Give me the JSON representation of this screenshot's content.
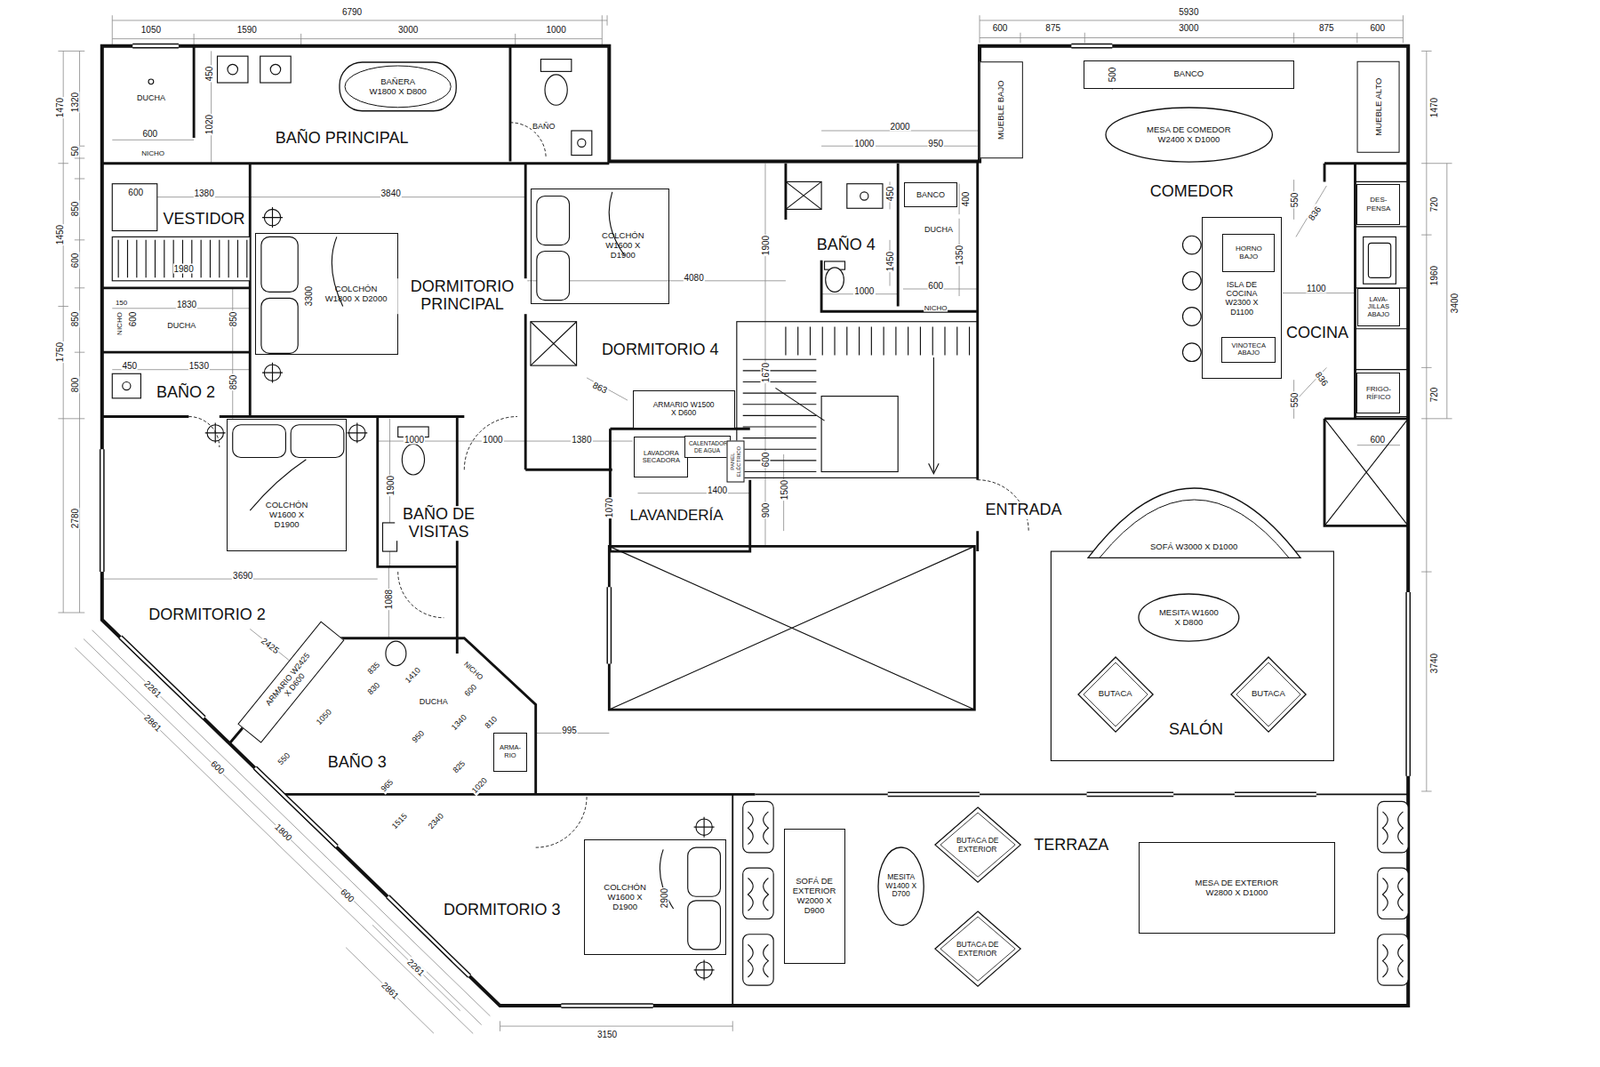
{
  "diagram": {
    "nodes": [
      {
        "text": [
          "BAÑERA W1800 X D800"
        ]
      },
      {
        "text": [
          "BANCO"
        ]
      },
      {
        "text": [
          "MUEBLE BAJO"
        ]
      },
      {
        "text": [
          "MUEBLE ALTO"
        ]
      },
      {
        "text": [
          "MESA DE COMEDOR W2400 X D1000"
        ]
      },
      {
        "text": [
          "BANCO"
        ]
      },
      {
        "text": [
          "DES- PENSA"
        ]
      },
      {
        "text": [
          "COLCHÓN W1800 X D2000"
        ]
      },
      {
        "text": [
          "COLCHÓN W1600 X D1900"
        ]
      },
      {
        "text": [
          "ISLA DE COCINA W2300 X D1100"
        ]
      },
      {
        "text": [
          "HORNO BAJO"
        ],
        "in": 9
      },
      {
        "text": [
          "VINOTECA ABAJO"
        ],
        "in": 9
      },
      {
        "text": [
          "LAVA- JILLAS ABAJO"
        ]
      },
      {
        "text": [
          "FRIGO- RÍFICO"
        ]
      },
      {
        "text": [
          "COLCHÓN W1600 X D1900"
        ]
      },
      {
        "text": [
          "ARMARIO W1500 X D600"
        ]
      },
      {
        "text": [
          "LAVADORA SECADORA"
        ]
      },
      {
        "text": [
          "CALENTADOR DE AGUA"
        ]
      },
      {
        "text": [
          "PANEL ELÉCTRICO"
        ]
      },
      {
        "text": [
          "SOFÁ W3000 X D1000"
        ]
      },
      {
        "text": [
          "MESITA W1600 X D800"
        ]
      },
      {
        "text": [
          "BUTACA"
        ]
      },
      {
        "text": [
          "BUTACA"
        ]
      },
      {
        "text": [
          "ARMARIO W2425 X D600"
        ]
      },
      {
        "text": [
          "ARMA- RIO"
        ]
      },
      {
        "text": [
          "COLCHÓN W1600 X D1900"
        ]
      },
      {
        "text": [
          "SOFÁ DE EXTERIOR W2000 X D900"
        ]
      },
      {
        "text": [
          "MESITA W1400 X D700"
        ]
      },
      {
        "text": [
          "BUTACA DE EXTERIOR"
        ]
      },
      {
        "text": [
          "BUTACA DE EXTERIOR"
        ]
      },
      {
        "text": [
          "MESA DE EXTERIOR W2800 X D1000"
        ]
      }
    ],
    "labels": [
      "BAÑO PRINCIPAL",
      "VESTIDOR",
      "DORMITORIO PRINCIPAL",
      "COMEDOR",
      "BAÑO 4",
      "DORMITORIO 4",
      "COCINA",
      "BAÑO 2",
      "BAÑO DE VISITAS",
      "LAVANDERÍA",
      "ENTRADA",
      "DORMITORIO 2",
      "SALÓN",
      "BAÑO 3",
      "TERRAZA",
      "DORMITORIO 3",
      "DUCHA",
      "NICHO",
      "BAÑO",
      "DUCHA",
      "NICHO",
      "DUCHA",
      "NICHO",
      "DUCHA",
      "NICHO",
      "6790",
      "1050",
      "1590",
      "3000",
      "1000",
      "5930",
      "600",
      "875",
      "3000",
      "875",
      "600",
      "1470",
      "1320",
      "50",
      "850",
      "1450",
      "600",
      "850",
      "1750",
      "800",
      "2780",
      "1470",
      "720",
      "1960",
      "3400",
      "720",
      "3740",
      "450",
      "1020",
      "600",
      "600",
      "1380",
      "3840",
      "1980",
      "1830",
      "150",
      "600",
      "850",
      "450",
      "1530",
      "850",
      "3300",
      "1000",
      "1900",
      "1000",
      "1380",
      "3690",
      "1088",
      "4080",
      "863",
      "2000",
      "1000",
      "950",
      "450",
      "400",
      "1900",
      "1450",
      "1350",
      "600",
      "1000",
      "1670",
      "1400",
      "600",
      "1500",
      "900",
      "1070",
      "500",
      "550",
      "836",
      "1100",
      "836",
      "550",
      "600",
      "995",
      "2425",
      "2261",
      "2861",
      "600",
      "1800",
      "600",
      "2861",
      "2261",
      "835",
      "830",
      "1410",
      "600",
      "1050",
      "1340",
      "950",
      "810",
      "550",
      "965",
      "825",
      "1020",
      "1515",
      "2340",
      "2900",
      "3150"
    ]
  }
}
